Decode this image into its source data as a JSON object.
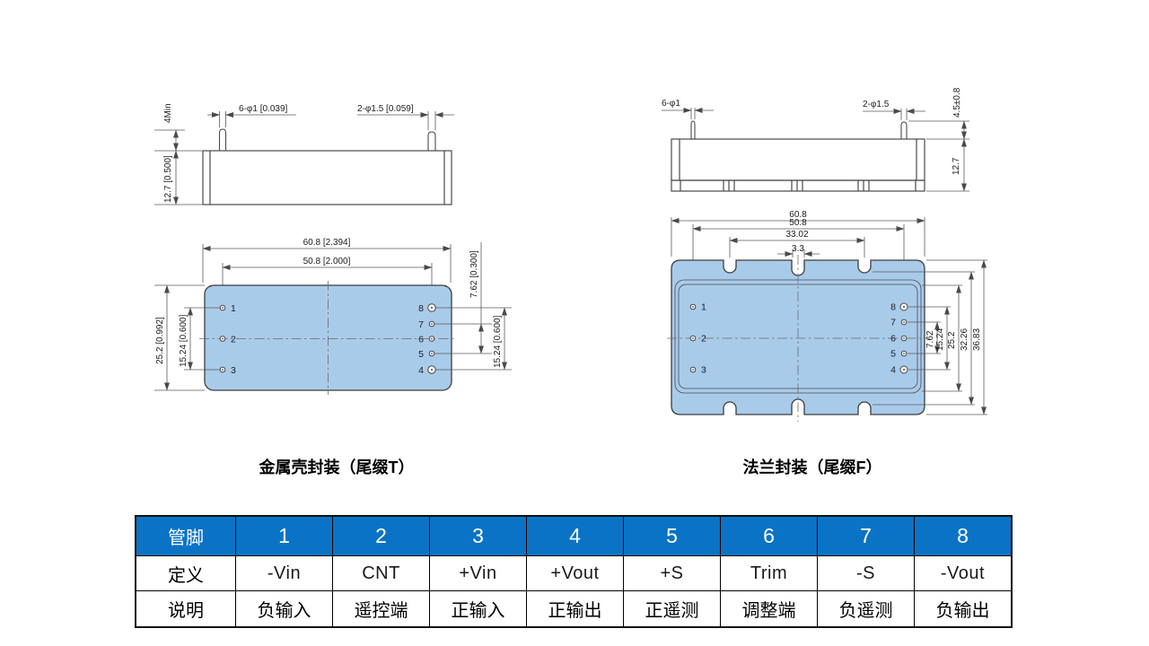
{
  "colors": {
    "accent": "#0b73c5",
    "module_fill": "#a9cbea",
    "line": "#4a4a4a"
  },
  "metal": {
    "caption": "金属壳封装（尾缀T）",
    "dims": {
      "pin_len": "4Min",
      "case_h": "12.7 [0.500]",
      "pin_d_small": "6-φ1 [0.039]",
      "pin_d_big": "2-φ1.5 [0.059]",
      "w": "60.8 [2.394]",
      "pin_w": "50.8 [2.000]",
      "d": "25.2 [0.992]",
      "row_l": "15.24 [0.600]",
      "row_r": "15.24 [0.600]",
      "pitch": "7.62 [0.300]"
    },
    "pins_left": [
      "1",
      "2",
      "3"
    ],
    "pins_right": [
      "8",
      "7",
      "6",
      "5",
      "4"
    ]
  },
  "flange": {
    "caption": "法兰封装（尾缀F）",
    "dims": {
      "pin_d_small": "6-φ1",
      "pin_d_big": "2-φ1.5",
      "pin_len": "4.5±0.8",
      "case_h": "12.7",
      "w": "60.8",
      "pin_w": "50.8",
      "notch_w": "33.02",
      "slot_w": "3.3",
      "pitch": "7.62",
      "row": "15.24",
      "case_d": "25.2",
      "notch_d": "32.26",
      "flange_d": "36.83"
    },
    "pins_left": [
      "1",
      "2",
      "3"
    ],
    "pins_right": [
      "8",
      "7",
      "6",
      "5",
      "4"
    ]
  },
  "table": {
    "header": [
      "管脚",
      "1",
      "2",
      "3",
      "4",
      "5",
      "6",
      "7",
      "8"
    ],
    "def_row": {
      "label": "定义",
      "values": [
        "-Vin",
        "CNT",
        "+Vin",
        "+Vout",
        "+S",
        "Trim",
        "-S",
        "-Vout"
      ]
    },
    "desc_row": {
      "label": "说明",
      "values": [
        "负输入",
        "遥控端",
        "正输入",
        "正输出",
        "正遥测",
        "调整端",
        "负遥测",
        "负输出"
      ]
    }
  }
}
